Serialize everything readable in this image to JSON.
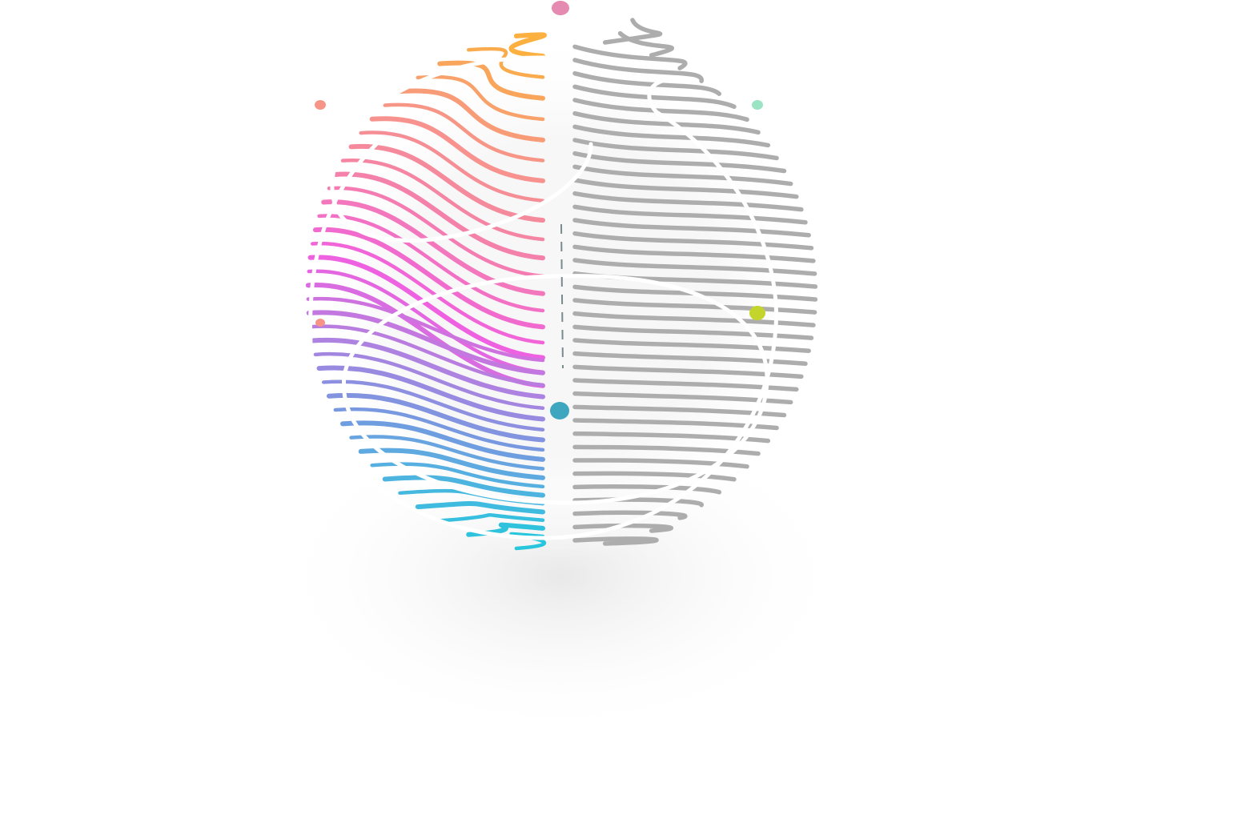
{
  "illustration": {
    "palette": {
      "gradient_stops": [
        "#fbb040",
        "#f7958a",
        "#f47fae",
        "#f060e0",
        "#b77ee0",
        "#7d95e0",
        "#4fb3e0",
        "#27c6dc"
      ],
      "right_lines": "#adadad",
      "loops": "#ffffff",
      "axis_dash": "#7a8a8c",
      "background": "#ffffff"
    },
    "dots": [
      {
        "name": "top-pink-dot",
        "color": "#e58ab0"
      },
      {
        "name": "upper-left-coral-dot",
        "color": "#f79488"
      },
      {
        "name": "upper-right-mint-dot",
        "color": "#9ae4c4"
      },
      {
        "name": "left-coral-dot",
        "color": "#f79488"
      },
      {
        "name": "right-lime-dot",
        "color": "#c3d52c"
      },
      {
        "name": "center-teal-dot",
        "color": "#3ea6bf"
      }
    ]
  }
}
